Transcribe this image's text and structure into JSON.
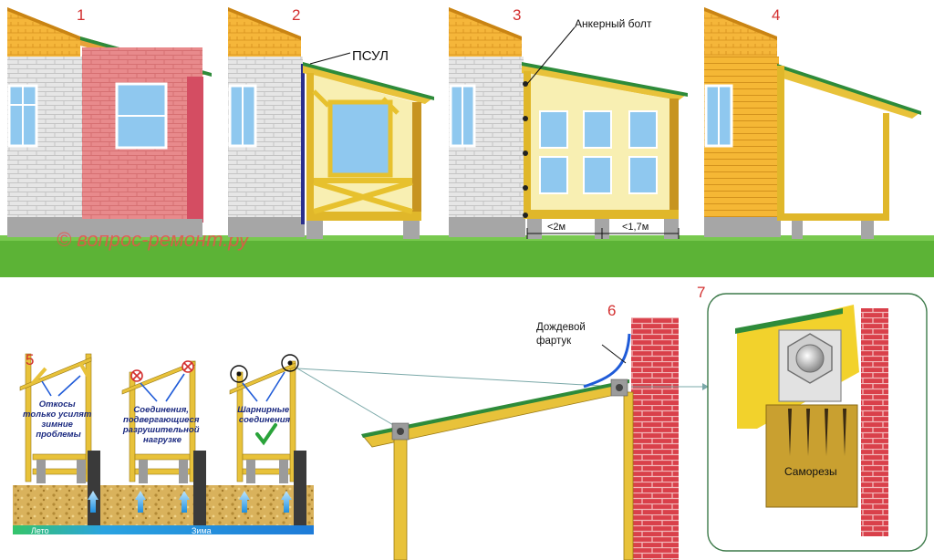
{
  "panels": {
    "p1": {
      "number": "1"
    },
    "p2": {
      "number": "2",
      "label": "ПСУЛ"
    },
    "p3": {
      "number": "3",
      "label": "Анкерный болт",
      "dim1": "<2м",
      "dim2": "<1,7м"
    },
    "p4": {
      "number": "4"
    },
    "p5": {
      "number": "5",
      "note1": [
        "Откосы",
        "только усилят",
        "зимние",
        "проблемы"
      ],
      "note2": [
        "Соединения,",
        "подвергающиеся",
        "разрушительной",
        "нагрузке"
      ],
      "note3": [
        "Шарнирные",
        "соединения"
      ],
      "legend_summer": "Лето",
      "legend_winter": "Зима"
    },
    "p6": {
      "number": "6",
      "label": [
        "Дождевой",
        "фартук"
      ]
    },
    "p7": {
      "number": "7",
      "label": "Саморезы"
    }
  },
  "watermark": "© вопрос-ремонт.ру",
  "colors": {
    "brick_white": "#e4e4e4",
    "brick_red": "#e8888a",
    "roof_orange": "#f5b63a",
    "wood_yellow": "#f2d22c",
    "grass": "#5cb336",
    "window": "#8fc8ef",
    "accent_red": "#d32f2f"
  }
}
